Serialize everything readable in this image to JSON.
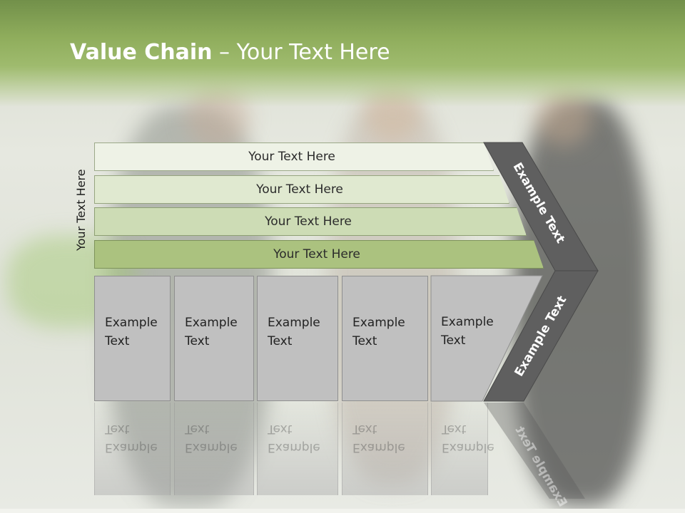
{
  "title": {
    "bold": "Value Chain",
    "rest": " – Your Text Here"
  },
  "side_label": "Your Text Here",
  "bars": [
    {
      "label": "Your Text Here",
      "color": "#eef2e6"
    },
    {
      "label": "Your Text Here",
      "color": "#e0e9d0"
    },
    {
      "label": "Your Text Here",
      "color": "#cddcb5"
    },
    {
      "label": "Your Text Here",
      "color": "#abc27f"
    }
  ],
  "boxes": [
    {
      "line1": "Example",
      "line2": "Text"
    },
    {
      "line1": "Example",
      "line2": "Text"
    },
    {
      "line1": "Example",
      "line2": "Text"
    },
    {
      "line1": "Example",
      "line2": "Text"
    },
    {
      "line1": "Example",
      "line2": "Text"
    }
  ],
  "arrow": {
    "upper_text": "Example Text",
    "lower_text": "Example Text",
    "color": "#5f5f5f"
  },
  "colors": {
    "header": "#8fad5c",
    "box": "#c0c0c0"
  }
}
